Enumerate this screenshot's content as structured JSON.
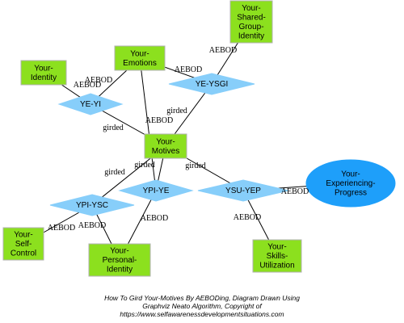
{
  "colors": {
    "box_fill": "#8ce01e",
    "box_stroke": "#b0b0b0",
    "diamond_fill": "#87cefa",
    "ellipse_fill": "#1e9ffa",
    "edge": "#000000",
    "text": "#000000"
  },
  "nodes": {
    "shared_group_identity": {
      "shape": "box",
      "lines": [
        "Your-",
        "Shared-",
        "Group-",
        "Identity"
      ]
    },
    "emotions": {
      "shape": "box",
      "lines": [
        "Your-",
        "Emotions"
      ]
    },
    "identity": {
      "shape": "box",
      "lines": [
        "Your-",
        "Identity"
      ]
    },
    "motives": {
      "shape": "box",
      "lines": [
        "Your-",
        "Motives"
      ]
    },
    "self_control": {
      "shape": "box",
      "lines": [
        "Your-",
        "Self-",
        "Control"
      ]
    },
    "personal_identity": {
      "shape": "box",
      "lines": [
        "Your-",
        "Personal-",
        "Identity"
      ]
    },
    "skills_utilization": {
      "shape": "box",
      "lines": [
        "Your-",
        "Skills-",
        "Utilization"
      ]
    },
    "experiencing_progress": {
      "shape": "ellipse",
      "lines": [
        "Your-",
        "Experiencing-",
        "Progress"
      ]
    },
    "ye_yi": {
      "shape": "diamond",
      "lines": [
        "YE-YI"
      ]
    },
    "ye_ysgi": {
      "shape": "diamond",
      "lines": [
        "YE-YSGI"
      ]
    },
    "ypi_ye": {
      "shape": "diamond",
      "lines": [
        "YPI-YE"
      ]
    },
    "ypi_ysc": {
      "shape": "diamond",
      "lines": [
        "YPI-YSC"
      ]
    },
    "ysu_yep": {
      "shape": "diamond",
      "lines": [
        "YSU-YEP"
      ]
    }
  },
  "edges": [
    {
      "from": "emotions",
      "to": "ye_yi",
      "label": "AEBOD"
    },
    {
      "from": "identity",
      "to": "ye_yi",
      "label": "AEBOD"
    },
    {
      "from": "ye_yi",
      "to": "motives",
      "label": "girded"
    },
    {
      "from": "emotions",
      "to": "ye_ysgi",
      "label": "AEBOD"
    },
    {
      "from": "shared_group_identity",
      "to": "ye_ysgi",
      "label": "AEBOD"
    },
    {
      "from": "ye_ysgi",
      "to": "motives",
      "label": "girded"
    },
    {
      "from": "emotions",
      "to": "ypi_ye",
      "label": "AEBOD"
    },
    {
      "from": "personal_identity",
      "to": "ypi_ye",
      "label": "AEBOD"
    },
    {
      "from": "ypi_ye",
      "to": "motives",
      "label": "girded"
    },
    {
      "from": "self_control",
      "to": "ypi_ysc",
      "label": "AEBOD"
    },
    {
      "from": "personal_identity",
      "to": "ypi_ysc",
      "label": "AEBOD"
    },
    {
      "from": "ypi_ysc",
      "to": "motives",
      "label": "girded"
    },
    {
      "from": "skills_utilization",
      "to": "ysu_yep",
      "label": "AEBOD"
    },
    {
      "from": "experiencing_progress",
      "to": "ysu_yep",
      "label": "AEBOD"
    },
    {
      "from": "ysu_yep",
      "to": "motives",
      "label": "girded"
    }
  ],
  "caption": {
    "line1": "How To Gird Your-Motives By AEBODing, Diagram Drawn Using",
    "line2": "Graphviz Neato Algorithm, Copyright of",
    "line3": "https://www.selfawarenessdevelopmentsituations.com"
  }
}
